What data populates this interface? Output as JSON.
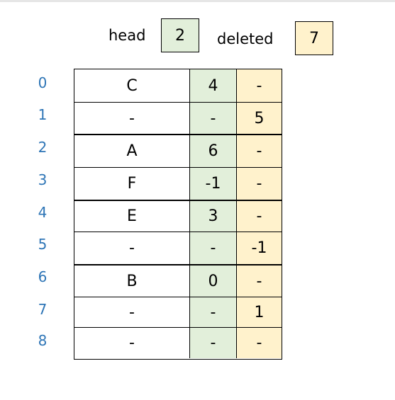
{
  "head": {
    "label": "head",
    "value": "2"
  },
  "deleted": {
    "label": "deleted",
    "value": "7"
  },
  "indices": [
    "0",
    "1",
    "2",
    "3",
    "4",
    "5",
    "6",
    "7",
    "8"
  ],
  "rows": [
    {
      "name": "C",
      "next": "4",
      "del": "-"
    },
    {
      "name": "-",
      "next": "-",
      "del": "5"
    },
    {
      "name": "A",
      "next": "6",
      "del": "-"
    },
    {
      "name": "F",
      "next": "-1",
      "del": "-"
    },
    {
      "name": "E",
      "next": "3",
      "del": "-"
    },
    {
      "name": "-",
      "next": "-",
      "del": "-1"
    },
    {
      "name": "B",
      "next": "0",
      "del": "-"
    },
    {
      "name": "-",
      "next": "-",
      "del": "1"
    },
    {
      "name": "-",
      "next": "-",
      "del": "-"
    }
  ],
  "colors": {
    "next_fill": "#e2efda",
    "deleted_fill": "#fff2cc",
    "index_text": "#2e75b6"
  }
}
